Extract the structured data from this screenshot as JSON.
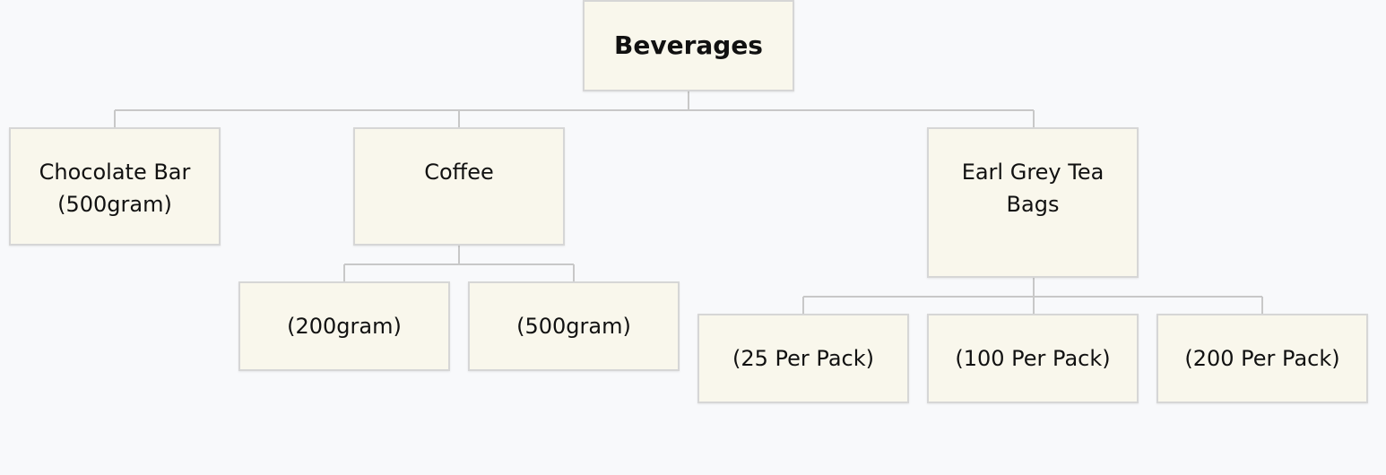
{
  "chart": {
    "root": {
      "label": "Beverages"
    },
    "children": [
      {
        "label": "Chocolate Bar\n(500gram)",
        "children": []
      },
      {
        "label": "Coffee",
        "children": [
          {
            "label": "(200gram)"
          },
          {
            "label": "(500gram)"
          }
        ]
      },
      {
        "label": "Earl Grey Tea\nBags",
        "children": [
          {
            "label": "(25 Per Pack)"
          },
          {
            "label": "(100 Per Pack)"
          },
          {
            "label": "(200 Per Pack)"
          }
        ]
      }
    ]
  },
  "colors": {
    "background": "#f8f9fb",
    "node_fill": "#f9f7ec",
    "node_border": "#d6d6d6",
    "connector": "#c8c8c8",
    "text": "#111111"
  }
}
